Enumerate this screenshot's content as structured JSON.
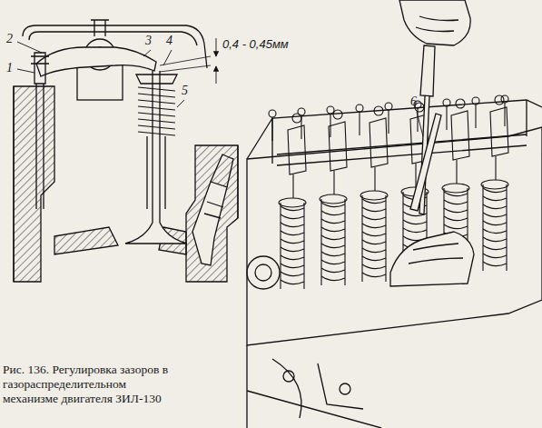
{
  "diagram": {
    "caption": "Рис. 136. Регулировка зазоров в газораспределительном механизме двигателя ЗИЛ-130",
    "labels": [
      "2",
      "1",
      "3",
      "4",
      "0,4 - 0,45мм",
      "5",
      "6"
    ]
  }
}
